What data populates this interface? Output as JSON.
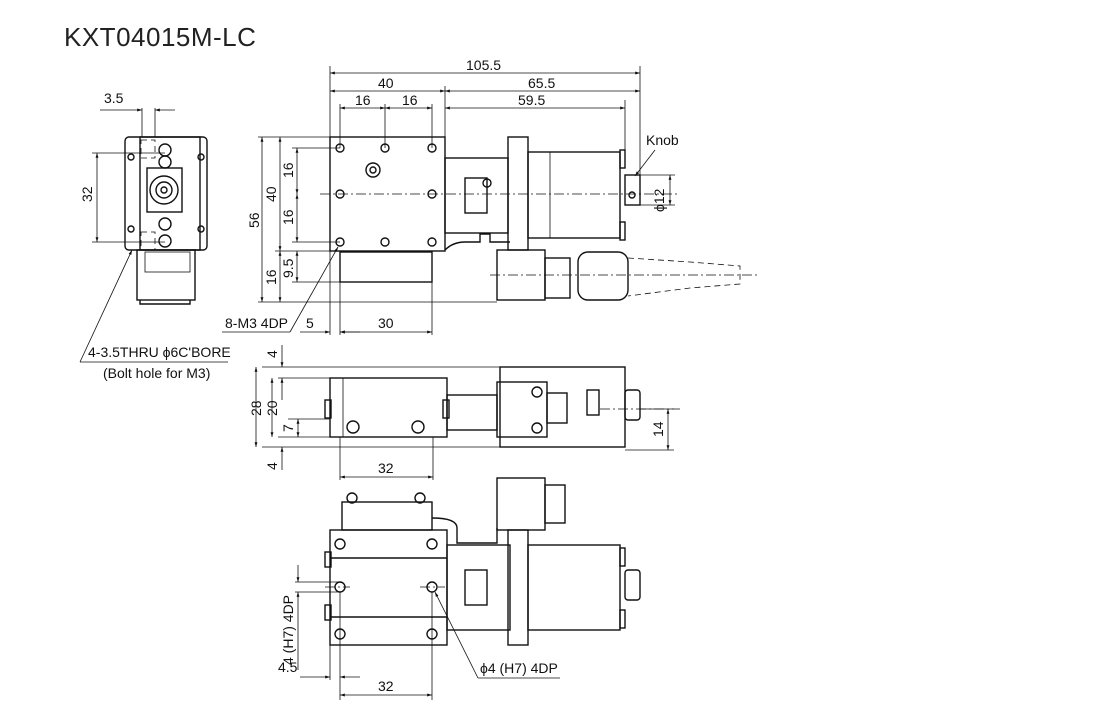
{
  "title": "KXT04015M-LC",
  "top_view": {
    "dim_overall": "105.5",
    "dim_stage": "40",
    "dim_motor": "65.5",
    "dim_hole_pitch_1": "16",
    "dim_hole_pitch_2": "16",
    "dim_motor_to_knob": "59.5",
    "dim_height_total": "56",
    "dim_stage_height": "40",
    "dim_vertical_pitch_1": "16",
    "dim_vertical_pitch_2": "16",
    "dim_base_offset": "9.5",
    "dim_base_height": "16",
    "dim_base_offset_x": "5",
    "dim_base_width": "30",
    "tapped_holes": "8-M3 4DP",
    "knob_label": "Knob",
    "knob_diameter": "ϕ12"
  },
  "end_view": {
    "dim_offset": "3.5",
    "dim_pitch": "32",
    "bolt_hole": "4-3.5THRU ϕ6C'BORE",
    "bolt_hole_note": "(Bolt hole for M3)"
  },
  "side_view": {
    "dim_top": "4",
    "dim_total": "28",
    "dim_body": "20",
    "dim_low": "7",
    "dim_bottom": "4",
    "dim_width": "32",
    "dim_knob": "14"
  },
  "bottom_view": {
    "dim_pin_vertical": "4 (H7) 4DP",
    "dim_offset": "4.5",
    "dim_width": "32",
    "pin_hole": "ϕ4 (H7) 4DP"
  }
}
